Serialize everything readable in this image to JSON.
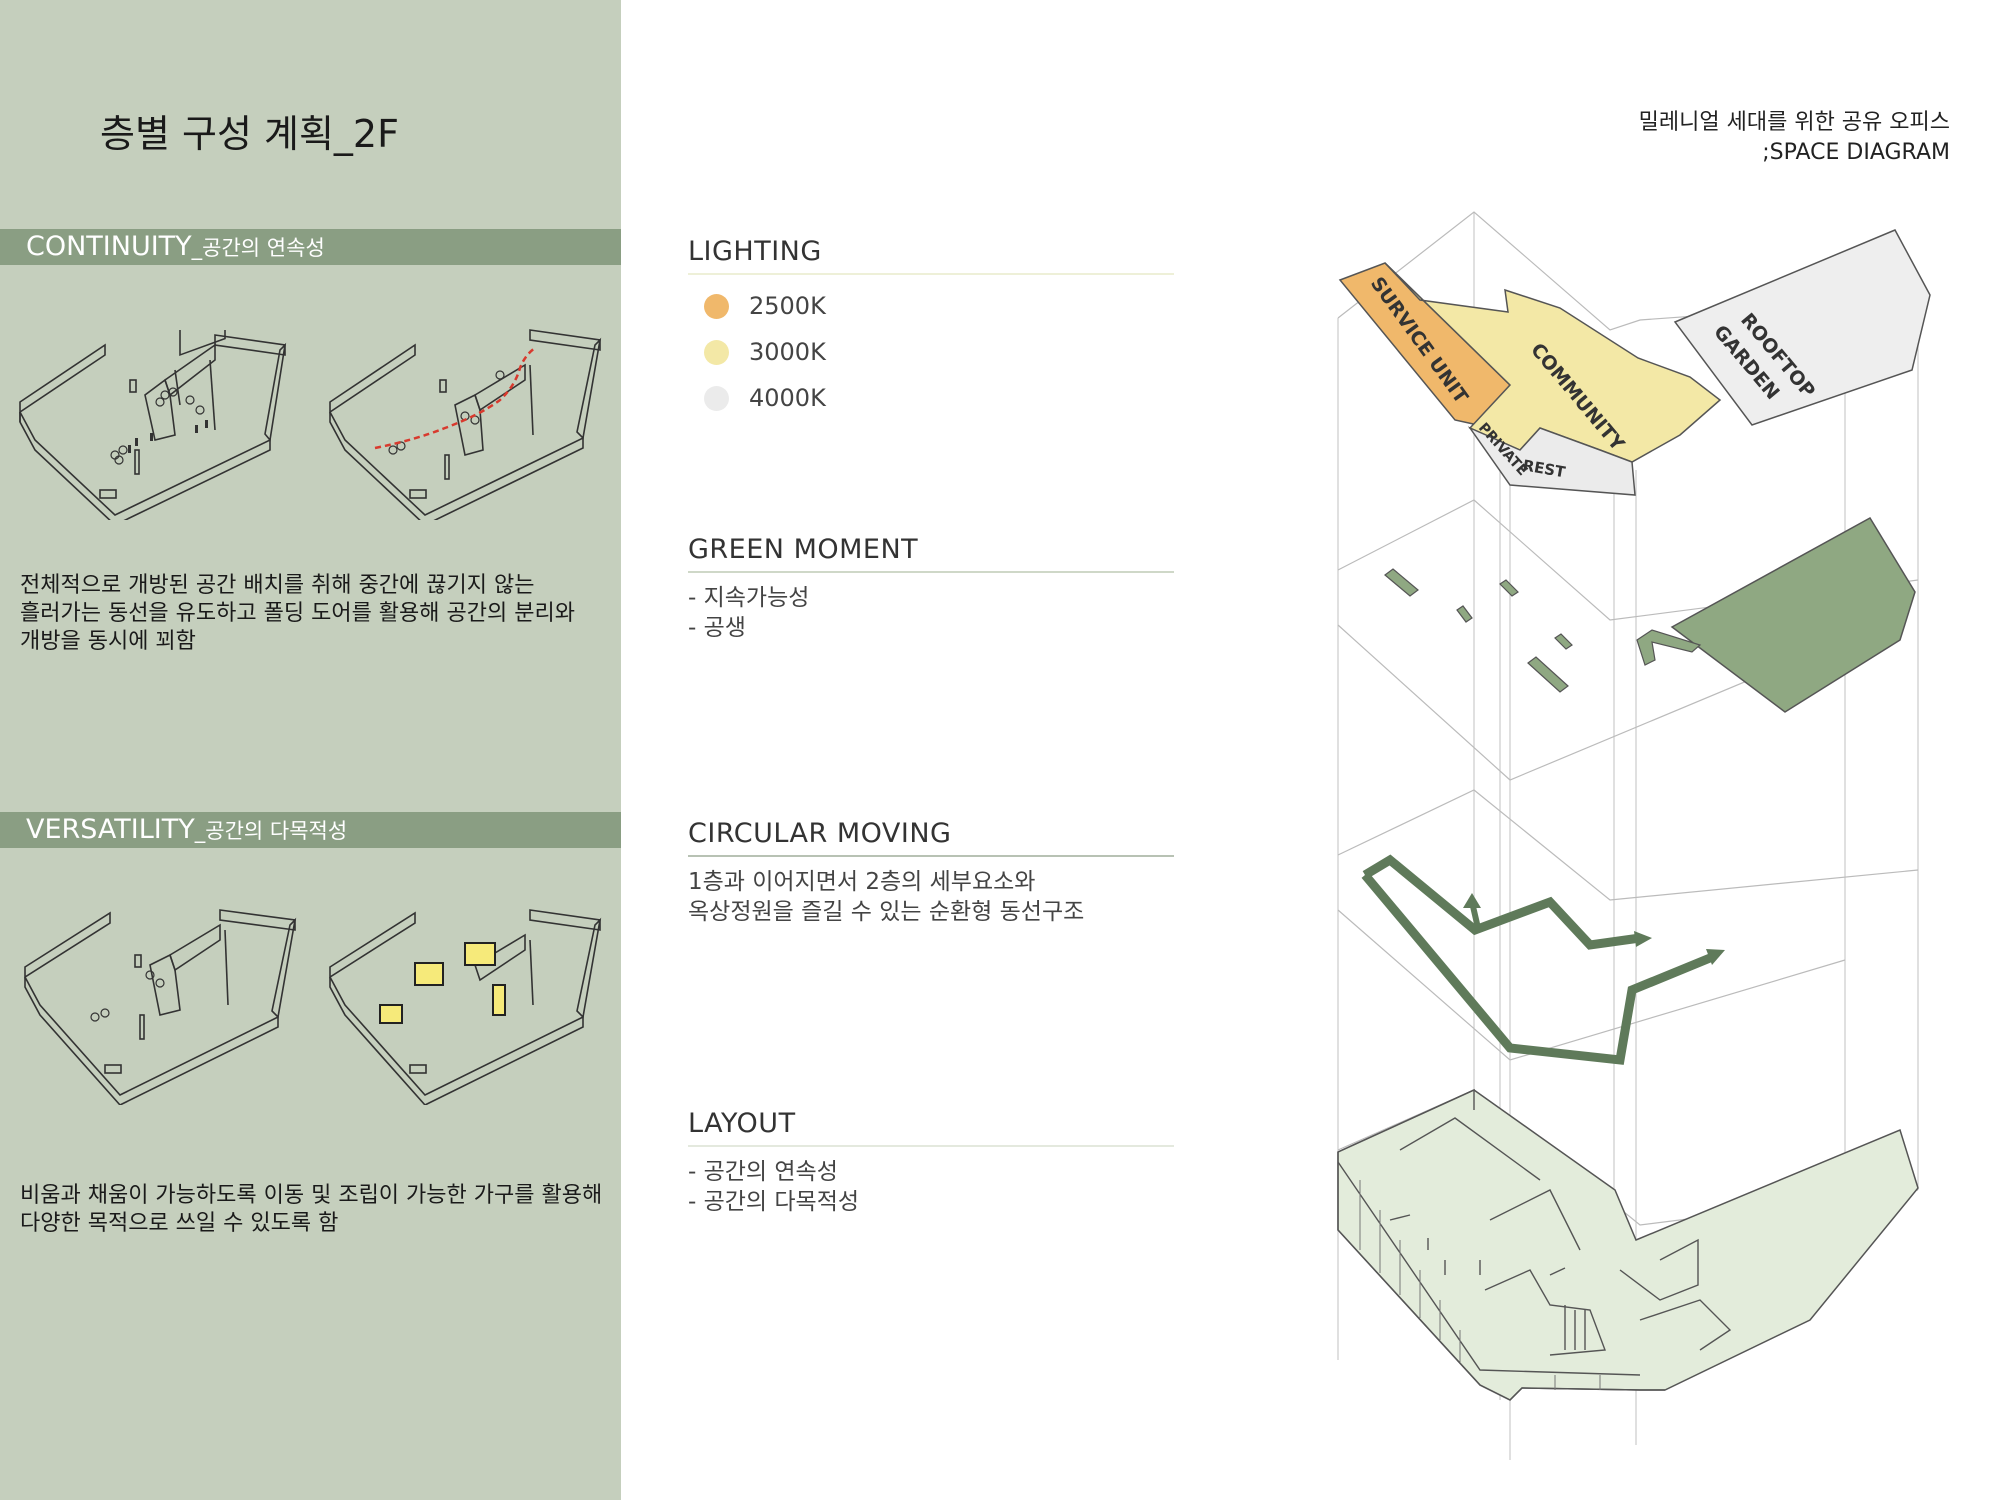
{
  "page_title": "층별 구성 계획_2F",
  "header": {
    "line1": "밀레니얼 세대를 위한 공유 오피스",
    "line2": ";SPACE DIAGRAM"
  },
  "continuity": {
    "label": "CONTINUITY",
    "sub": "_공간의 연속성",
    "desc": [
      "전체적으로 개방된 공간 배치를 취해 중간에 끊기지 않는",
      "흘러가는 동선을 유도하고  폴딩 도어를 활용해 공간의 분리와",
      "개방을 동시에 꾀함"
    ]
  },
  "versatility": {
    "label": "VERSATILITY",
    "sub": "_공간의 다목적성",
    "desc": [
      "비움과 채움이 가능하도록 이동 및 조립이 가능한 가구를 활용해",
      "다양한 목적으로 쓰일 수 있도록 함"
    ]
  },
  "lighting": {
    "title": "LIGHTING",
    "items": [
      {
        "label": "2500K",
        "color": "#f0b86b"
      },
      {
        "label": "3000K",
        "color": "#f3e8a6"
      },
      {
        "label": "4000K",
        "color": "#ebebeb"
      }
    ]
  },
  "green_moment": {
    "title": "GREEN MOMENT",
    "items": [
      "- 지속가능성",
      "- 공생"
    ]
  },
  "circular_moving": {
    "title": "CIRCULAR MOVING",
    "items": [
      "1층과 이어지면서 2층의 세부요소와",
      "옥상정원을 즐길 수 있는 순환형 동선구조"
    ]
  },
  "layout": {
    "title": "LAYOUT",
    "items": [
      "- 공간의 연속성",
      "- 공간의 다목적성"
    ]
  },
  "diagram_labels": {
    "service_unit": "SURVICE UNIT",
    "community": "COMMUNITY",
    "rooftop": "ROOFTOP",
    "garden": "GARDEN",
    "private": "PRIVATE",
    "rest": "REST"
  },
  "colors": {
    "panel_bg": "#c5cfbd",
    "section_bar": "#8a9e83",
    "green_floor": "#8fa882",
    "path": "#5f7a5a",
    "layout_floor": "#e3ecdb"
  }
}
